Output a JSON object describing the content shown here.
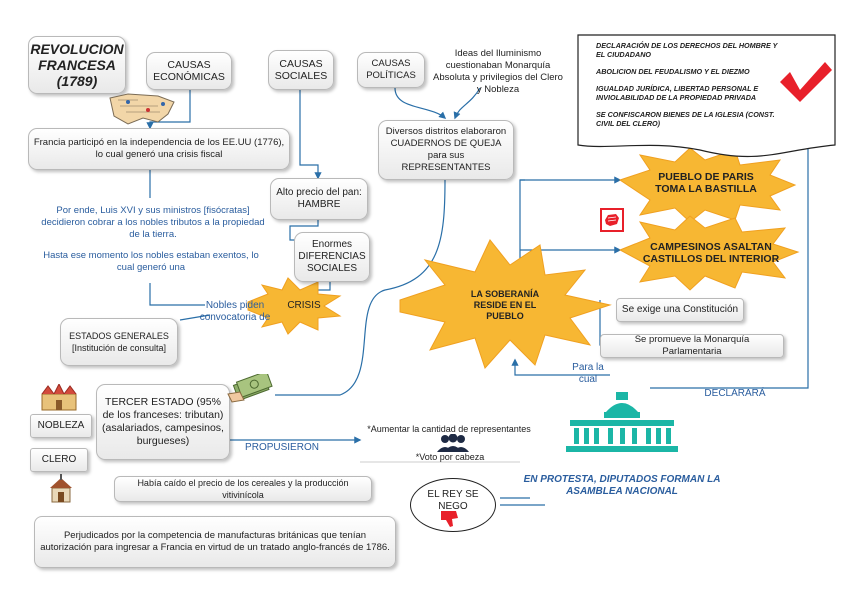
{
  "title": "REVOLUCION FRANCESA (1789)",
  "title_lines": [
    "REVOLUCION",
    "FRANCESA",
    "(1789)"
  ],
  "causas_economicas": "CAUSAS ECONÓMICAS",
  "causas_sociales": "CAUSAS SOCIALES",
  "causas_politicas": "CAUSAS POLÍTICAS",
  "ideas_iluminismo": "Ideas del Iluminismo cuestionaban Monarquía Absoluta y privilegios del Clero y Nobleza",
  "declaracion_items": [
    "DECLARACIÓN DE LOS DERECHOS DEL HOMBRE Y EL CIUDADANO",
    "ABOLICION DEL FEUDALISMO Y EL DIEZMO",
    "IGUALDAD JURÍDICA, LIBERTAD PERSONAL E INVIOLABILIDAD DE LA PROPIEDAD PRIVADA",
    "SE CONFISCARON BIENES DE LA IGLESIA (CONST. CIVIL DEL CLERO)"
  ],
  "francia_eeuu": "Francia participó en la independencia de los EE.UU (1776), lo cual generó una crisis fiscal",
  "luis_xvi": "Por ende, Luis XVI y sus ministros [fisócratas] decidieron cobrar a los nobles tributos a la propiedad de la tierra.",
  "hasta_momento": "Hasta ese momento los nobles estaban exentos, lo cual generó una",
  "alto_precio": "Alto precio del pan: HAMBRE",
  "diferencias": "Enormes DIFERENCIAS SOCIALES",
  "distritos": "Diversos distritos elaboraron CUADERNOS DE QUEJA para sus REPRESENTANTES",
  "crisis": "CRISIS",
  "nobles_piden": "Nobles piden convocatoria de",
  "estados_generales": "ESTADOS GENERALES [Institución de consulta]",
  "soberania": "LA SOBERANÍA RESIDE EN EL PUEBLO",
  "pueblo_paris": "PUEBLO DE PARIS TOMA LA BASTILLA",
  "campesinos": "CAMPESINOS ASALTAN CASTILLOS DEL INTERIOR",
  "constitucion": "Se exige una Constitución",
  "monarquia": "Se promueve la Monarquía Parlamentaria",
  "para_la_cual": "Para la cual",
  "declarara": "DECLARARÁ",
  "tercer_estado": "TERCER ESTADO (95% de los franceses: tributan) (asalariados, campesinos, burgueses)",
  "nobleza": "NOBLEZA",
  "clero": "CLERO",
  "propusieron": "PROPUSIERON",
  "aumentar": "*Aumentar la cantidad de representantes",
  "voto": "*Voto por cabeza",
  "protesta": "EN PROTESTA, DIPUTADOS FORMAN LA ASAMBLEA NACIONAL",
  "rey": "EL REY SE NEGO",
  "cereales": "Había caído el precio de los cereales y la producción vitivinícola",
  "perjudicados": "Perjudicados por la competencia de manufacturas británicas que tenían autorización para ingresar a Francia en virtud de un tratado anglo-francés de 1786.",
  "colors": {
    "star": "#f7b733",
    "line": "#2a6fa8",
    "text_blue": "#2a5d9e",
    "check": "#e8202a",
    "teal": "#1bb6a6"
  }
}
